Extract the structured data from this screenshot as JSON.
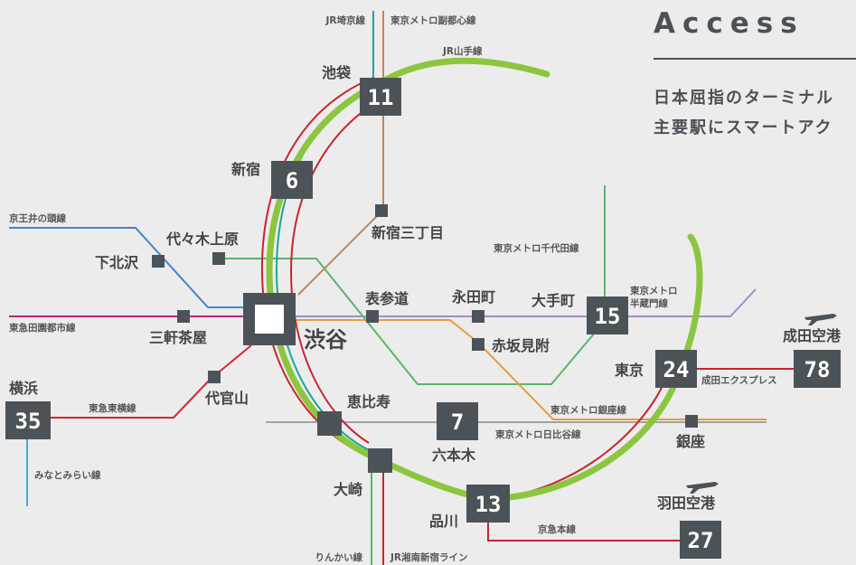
{
  "header": {
    "title": "Access",
    "lead_line1": "日本屈指のターミナル",
    "lead_line2": "主要駅にスマートアク"
  },
  "lines": {
    "jr_saikyo": "JR埼京線",
    "metro_fukutoshin": "東京メトロ副都心線",
    "jr_yamanote": "JR山手線",
    "keio_inokashira": "京王井の頭線",
    "tokyu_denentoshi": "東急田園都市線",
    "tokyu_toyoko": "東急東横線",
    "minatomirai": "みなとみらい線",
    "metro_chiyoda": "東京メトロ千代田線",
    "metro_hanzomon": "東京メトロ半蔵門線",
    "metro_ginza": "東京メトロ銀座線",
    "metro_hibiya": "東京メトロ日比谷線",
    "narita_express": "成田エクスプレス",
    "keikyu_main": "京急本線",
    "rinkai": "りんかい線",
    "jr_shonan_shinjuku": "JR湘南新宿ライン"
  },
  "stations": {
    "ikebukuro": "池袋",
    "shinjuku": "新宿",
    "shinjuku_sanchome": "新宿三丁目",
    "yoyogi_uehara": "代々木上原",
    "shimokitazawa": "下北沢",
    "shibuya": "渋谷",
    "sangenjaya": "三軒茶屋",
    "omotesando": "表参道",
    "nagatacho": "永田町",
    "akasaka_mitsuke": "赤坂見附",
    "otemachi": "大手町",
    "tokyo": "東京",
    "narita_airport": "成田空港",
    "daikanyama": "代官山",
    "yokohama": "横浜",
    "ebisu": "恵比寿",
    "roppongi": "六本木",
    "ginza": "銀座",
    "osaki": "大崎",
    "shinagawa": "品川",
    "haneda_airport": "羽田空港"
  },
  "minutes": {
    "ikebukuro": "11",
    "shinjuku": "6",
    "otemachi": "15",
    "tokyo": "24",
    "narita_airport": "78",
    "yokohama": "35",
    "roppongi": "7",
    "shinagawa": "13",
    "haneda_airport": "27"
  },
  "colors": {
    "background": "#ececec",
    "badge": "#4c5358",
    "yamanote_green": "#8cc63f",
    "saikyo_teal": "#1fa59a",
    "fukutoshin_brown": "#c8834e",
    "shonan_red": "#c8242e",
    "keio_blue": "#3f86c8",
    "denentoshi_magenta": "#b6277a",
    "toyoko_red": "#d6262e",
    "minatomirai_blue": "#48a8d8",
    "chiyoda_green": "#5ab46e",
    "hanzomon_purple": "#9c8ec8",
    "ginza_orange": "#e89c3a",
    "hibiya_gray": "#9ea3a8",
    "narita_red": "#c8242e"
  }
}
